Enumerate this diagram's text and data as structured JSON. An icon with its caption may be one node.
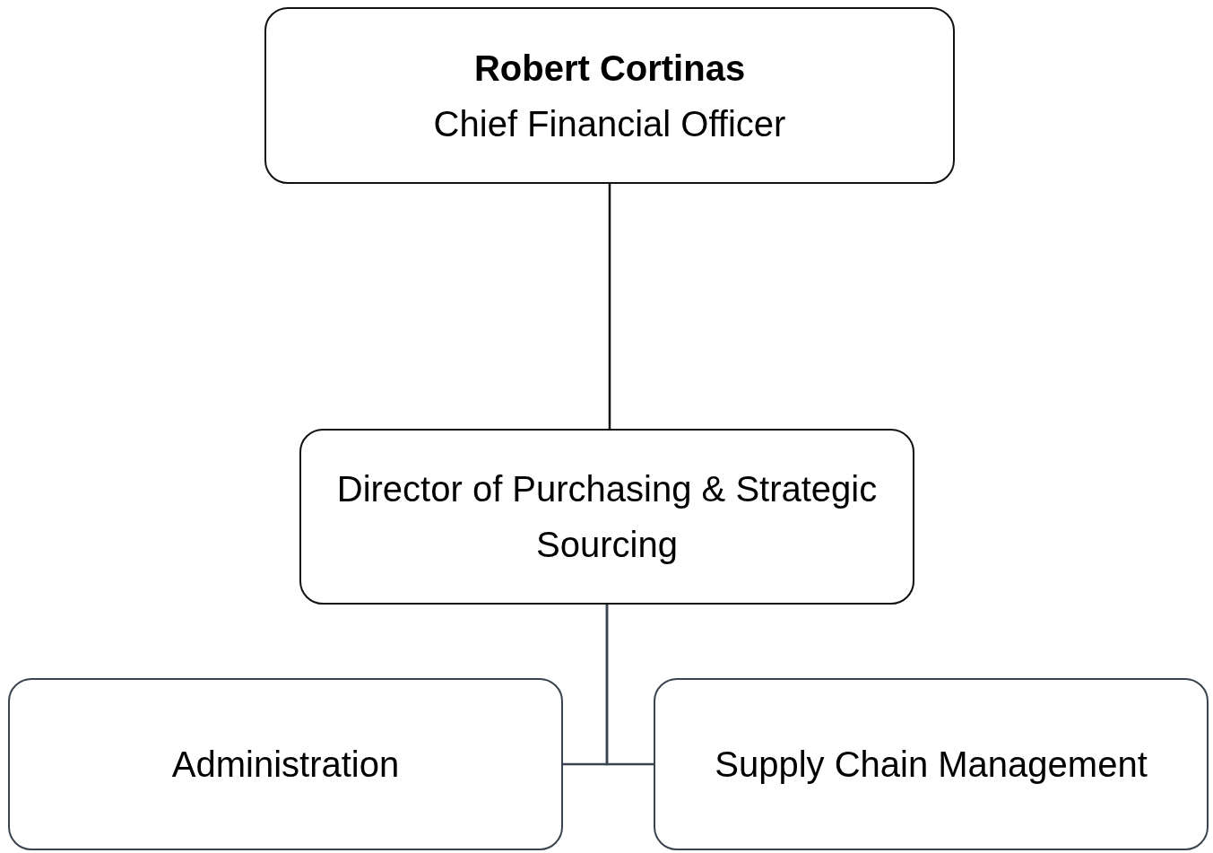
{
  "diagram": {
    "nodes": [
      {
        "text": [
          "Robert Cortinas",
          "Chief Financial Officer"
        ]
      },
      {
        "text": [
          "Director of Purchasing & Strategic Sourcing"
        ]
      },
      {
        "text": [
          "Administration"
        ]
      },
      {
        "text": [
          "Supply Chain Management"
        ]
      }
    ],
    "edges": [
      {
        "from": 0,
        "to": 1,
        "arrow": "none",
        "color": "#111111"
      },
      {
        "from": 1,
        "to": 2,
        "arrow": "none"
      },
      {
        "from": 1,
        "to": 3,
        "arrow": "none"
      }
    ]
  }
}
